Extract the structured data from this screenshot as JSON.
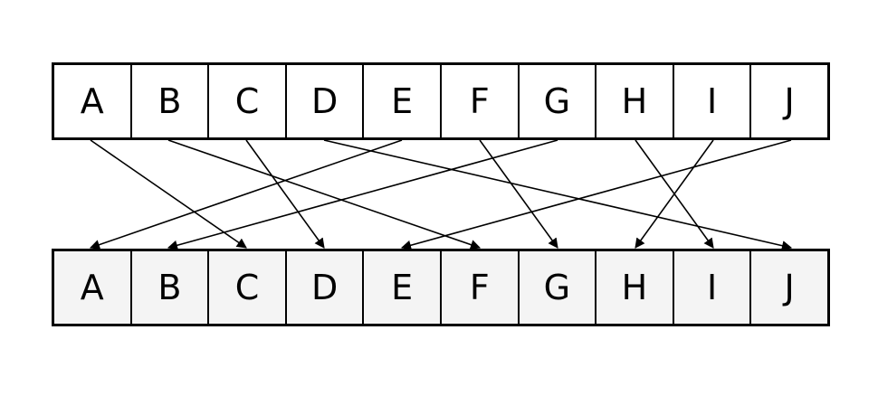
{
  "top_row": [
    "A",
    "B",
    "C",
    "D",
    "E",
    "F",
    "G",
    "H",
    "I",
    "J"
  ],
  "bottom_row": [
    "A",
    "B",
    "C",
    "D",
    "E",
    "F",
    "G",
    "H",
    "I",
    "J"
  ],
  "mapping": [
    {
      "from": "A",
      "to": "C"
    },
    {
      "from": "B",
      "to": "F"
    },
    {
      "from": "C",
      "to": "D"
    },
    {
      "from": "D",
      "to": "J"
    },
    {
      "from": "E",
      "to": "A"
    },
    {
      "from": "F",
      "to": "G"
    },
    {
      "from": "G",
      "to": "B"
    },
    {
      "from": "H",
      "to": "I"
    },
    {
      "from": "I",
      "to": "H"
    },
    {
      "from": "J",
      "to": "E"
    }
  ],
  "colors": {
    "line": "#000000",
    "top_fill": "#ffffff",
    "bottom_fill": "#f4f4f4"
  }
}
